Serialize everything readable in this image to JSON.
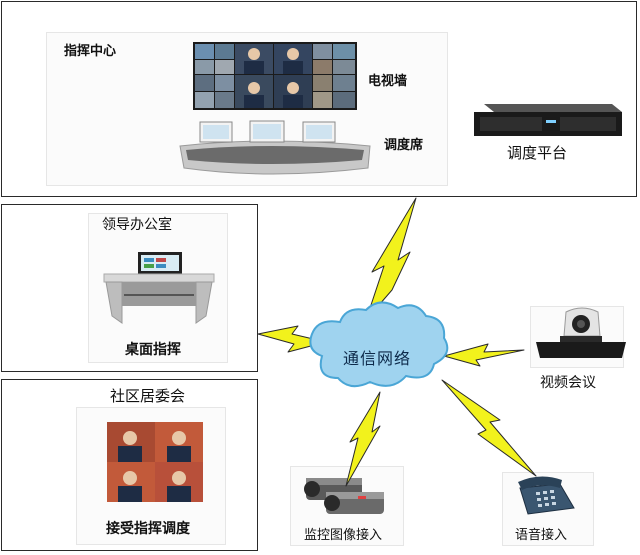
{
  "command_center": {
    "title": "指挥中心",
    "tv_wall_label": "电视墙",
    "console_label": "调度席",
    "platform_label": "调度平台"
  },
  "leader_office": {
    "title": "领导办公室",
    "desk_label": "桌面指挥"
  },
  "community": {
    "title": "社区居委会",
    "receive_label": "接受指挥调度"
  },
  "network": {
    "label": "通信网络"
  },
  "video_conference": {
    "label": "视频会议"
  },
  "surveillance": {
    "label": "监控图像接入"
  },
  "voice": {
    "label": "语音接入"
  },
  "colors": {
    "cloud_fill": "#9fd3ef",
    "cloud_stroke": "#4aa6d6",
    "bolt_fill": "#f2f21c",
    "bolt_stroke": "#2a2a2a",
    "frame": "#2a2a2a"
  }
}
